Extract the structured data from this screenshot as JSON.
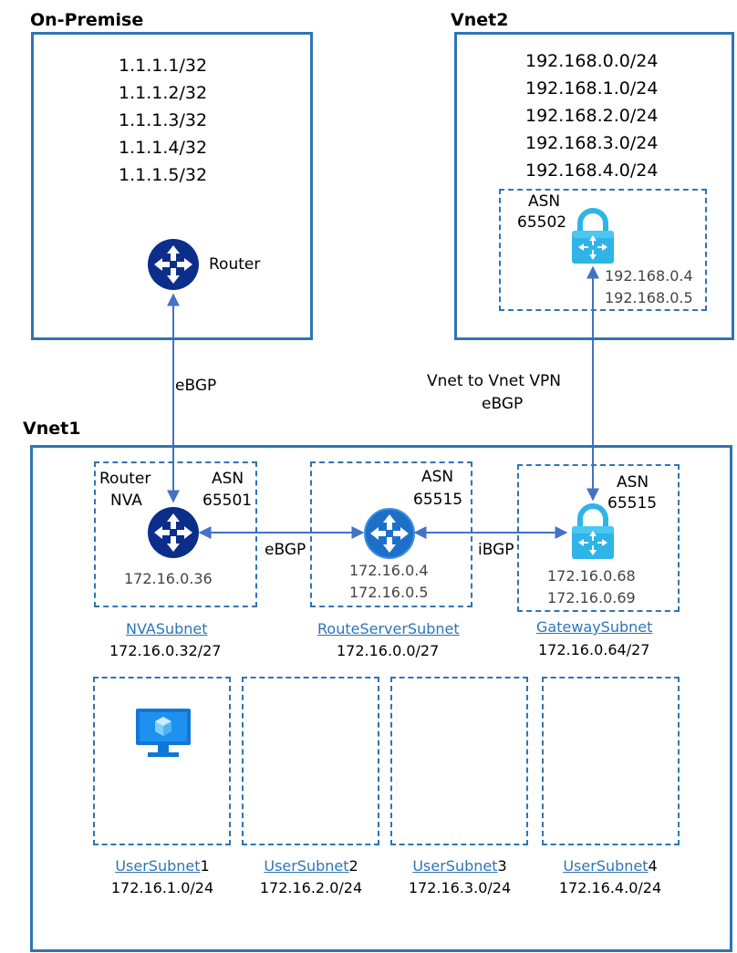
{
  "onprem": {
    "title": "On-Premise",
    "prefixes": [
      "1.1.1.1/32",
      "1.1.1.2/32",
      "1.1.1.3/32",
      "1.1.1.4/32",
      "1.1.1.5/32"
    ],
    "router_label": "Router"
  },
  "vnet2": {
    "title": "Vnet2",
    "prefixes": [
      "192.168.0.0/24",
      "192.168.1.0/24",
      "192.168.2.0/24",
      "192.168.3.0/24",
      "192.168.4.0/24"
    ],
    "asn_label": "ASN",
    "asn_value": "65502",
    "gw_ip1": "192.168.0.4",
    "gw_ip2": "192.168.0.5"
  },
  "links": {
    "onprem_to_nva": "eBGP",
    "vpn_line1": "Vnet to Vnet VPN",
    "vpn_line2": "eBGP",
    "nva_to_rs": "eBGP",
    "rs_to_gw": "iBGP"
  },
  "vnet1": {
    "title": "Vnet1",
    "nva": {
      "label1": "Router",
      "label2": "NVA",
      "asn_label": "ASN",
      "asn_value": "65501",
      "ip": "172.16.0.36",
      "subnet_name": "NVASubnet",
      "subnet_cidr": "172.16.0.32/27"
    },
    "route_server": {
      "asn_label": "ASN",
      "asn_value": "65515",
      "ip1": "172.16.0.4",
      "ip2": "172.16.0.5",
      "subnet_name": "RouteServerSubnet",
      "subnet_cidr": "172.16.0.0/27"
    },
    "gateway": {
      "asn_label": "ASN",
      "asn_value": "65515",
      "ip1": "172.16.0.68",
      "ip2": "172.16.0.69",
      "subnet_name": "GatewaySubnet",
      "subnet_cidr": "172.16.0.64/27"
    },
    "user_subnets": [
      {
        "name": "UserSubnet",
        "num": "1",
        "cidr": "172.16.1.0/24"
      },
      {
        "name": "UserSubnet",
        "num": "2",
        "cidr": "172.16.2.0/24"
      },
      {
        "name": "UserSubnet",
        "num": "3",
        "cidr": "172.16.3.0/24"
      },
      {
        "name": "UserSubnet",
        "num": "4",
        "cidr": "172.16.4.0/24"
      }
    ]
  },
  "colors": {
    "border": "#2E75B6",
    "router_icon": "#0B2E8A",
    "route_server_icon": "#1E6FC8",
    "gateway_icon": "#2FB4E8",
    "link_text": "#2E75B6"
  },
  "icons": [
    "router-icon",
    "route-server-icon",
    "vpn-gateway-lock-icon",
    "virtual-machine-icon"
  ]
}
